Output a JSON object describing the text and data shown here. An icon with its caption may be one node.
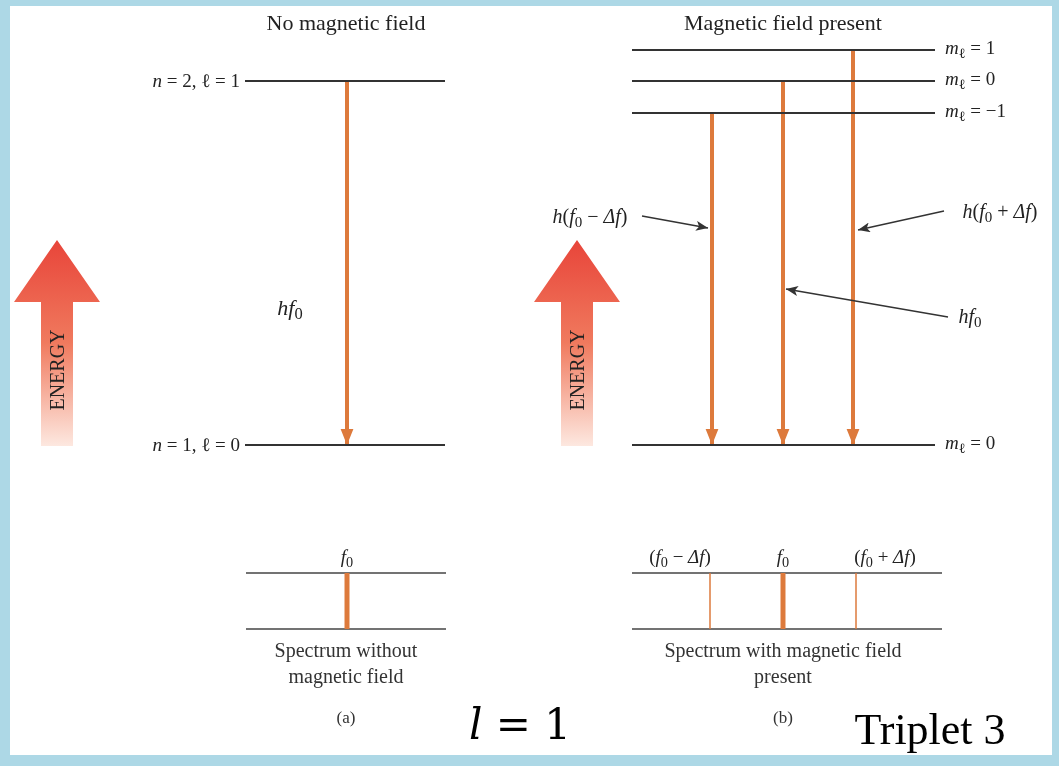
{
  "diagram": {
    "nodes": [
      {
        "text": [],
        "shape": "bar",
        "beside": [
          "*n* = 2, ℓ = 1"
        ]
      },
      {
        "text": [],
        "shape": "bar",
        "beside": [
          "*n* = 1, ℓ = 0"
        ]
      },
      {
        "text": [],
        "shape": "bar",
        "beside": [
          "*m*$_{ℓ}$ = 1"
        ]
      },
      {
        "text": [],
        "shape": "bar",
        "beside": [
          "*m*$_{ℓ}$ = 0"
        ]
      },
      {
        "text": [],
        "shape": "bar",
        "beside": [
          "*m*$_{ℓ}$ = −1"
        ]
      },
      {
        "text": [],
        "shape": "bar",
        "beside": [
          "*m*$_{ℓ}$ = 0"
        ]
      },
      {
        "text": [
          "*h*(*f*$_{0}$ − *Δf*)"
        ]
      },
      {
        "text": [
          "*h*(*f*$_{0}$ + *Δf*)"
        ]
      },
      {
        "text": [
          "*hf*$_{0}$"
        ]
      }
    ],
    "edges": [
      {
        "from": 0,
        "to": 1,
        "arrow": "to"
      },
      {
        "from": 4,
        "to": 5,
        "arrow": "to"
      },
      {
        "from": 3,
        "to": 5,
        "arrow": "to"
      },
      {
        "from": 2,
        "to": 5,
        "arrow": "to"
      },
      {
        "from": 6,
        "to": null,
        "arrow": "to",
        "color": "#333333"
      },
      {
        "from": 7,
        "to": null,
        "arrow": "to",
        "color": "#333333"
      },
      {
        "from": 8,
        "to": null,
        "arrow": "to",
        "color": "#333333"
      }
    ],
    "labels": [
      "No magnetic field",
      "Magnetic field present",
      "*hf*$_{0}$",
      "ENERGY",
      "ENERGY",
      "*f*$_{0}$",
      "(*f*$_{0}$ − *Δf*)",
      "*f*$_{0}$",
      "(*f*$_{0}$ + *Δf*)",
      "Spectrum without magnetic field",
      "Spectrum with magnetic field present",
      "(a)",
      "*l* = 1",
      "(b)",
      "Triplet 3"
    ]
  }
}
